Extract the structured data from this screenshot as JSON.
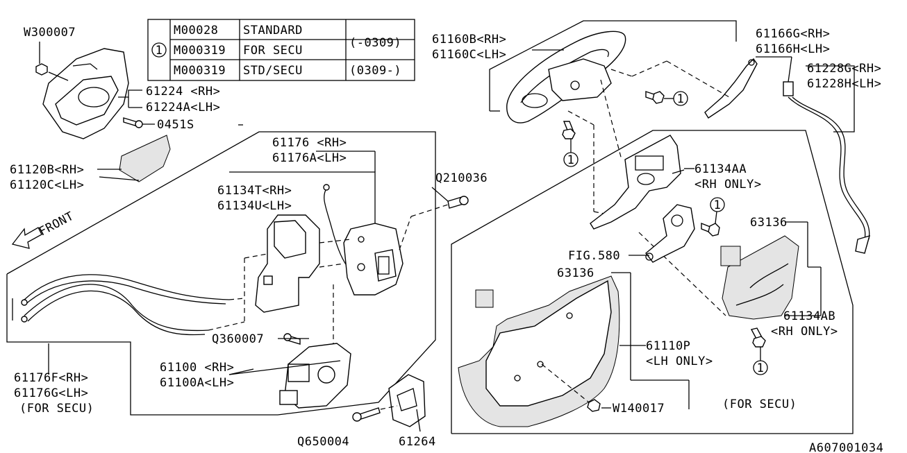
{
  "diagram_id": "A607001034",
  "legend": {
    "marker": "1",
    "rows": [
      {
        "code": "M00028",
        "desc": "STANDARD",
        "period": "(-0309)"
      },
      {
        "code": "M000319",
        "desc": "FOR SECU",
        "period": ""
      },
      {
        "code": "M000319",
        "desc": "STD/SECU",
        "period": "(0309-)"
      }
    ]
  },
  "labels": {
    "w300007": "W300007",
    "p61224_rh": "61224 <RH>",
    "p61224_lh": "61224A<LH>",
    "p0451s": "0451S",
    "p61120_rh": "61120B<RH>",
    "p61120_lh": "61120C<LH>",
    "p61176_rh": "61176 <RH>",
    "p61176_lh": "61176A<LH>",
    "p61134t_rh": "61134T<RH>",
    "p61134u_lh": "61134U<LH>",
    "front": "FRONT",
    "q210036": "Q210036",
    "q360007": "Q360007",
    "p61100_rh": "61100 <RH>",
    "p61100_lh": "61100A<LH>",
    "p61176f_rh": "61176F<RH>",
    "p61176g_lh": "61176G<LH>",
    "for_secu_left": "(FOR SECU)",
    "q650004": "Q650004",
    "p61264": "61264",
    "p61160_rh": "61160B<RH>",
    "p61160_lh": "61160C<LH>",
    "p61166_rh": "61166G<RH>",
    "p61166_lh": "61166H<LH>",
    "p61228_rh": "61228G<RH>",
    "p61228_lh": "61228H<LH>",
    "p61134aa": "61134AA",
    "rh_only_1": "<RH ONLY>",
    "fig580": "FIG.580",
    "p63136_a": "63136",
    "p63136_b": "63136",
    "p61110p": "61110P",
    "lh_only": "<LH ONLY>",
    "w140017": "W140017",
    "p61134ab": "61134AB",
    "rh_only_2": "<RH ONLY>",
    "for_secu_right": "(FOR SECU)",
    "circle_1": "1"
  }
}
